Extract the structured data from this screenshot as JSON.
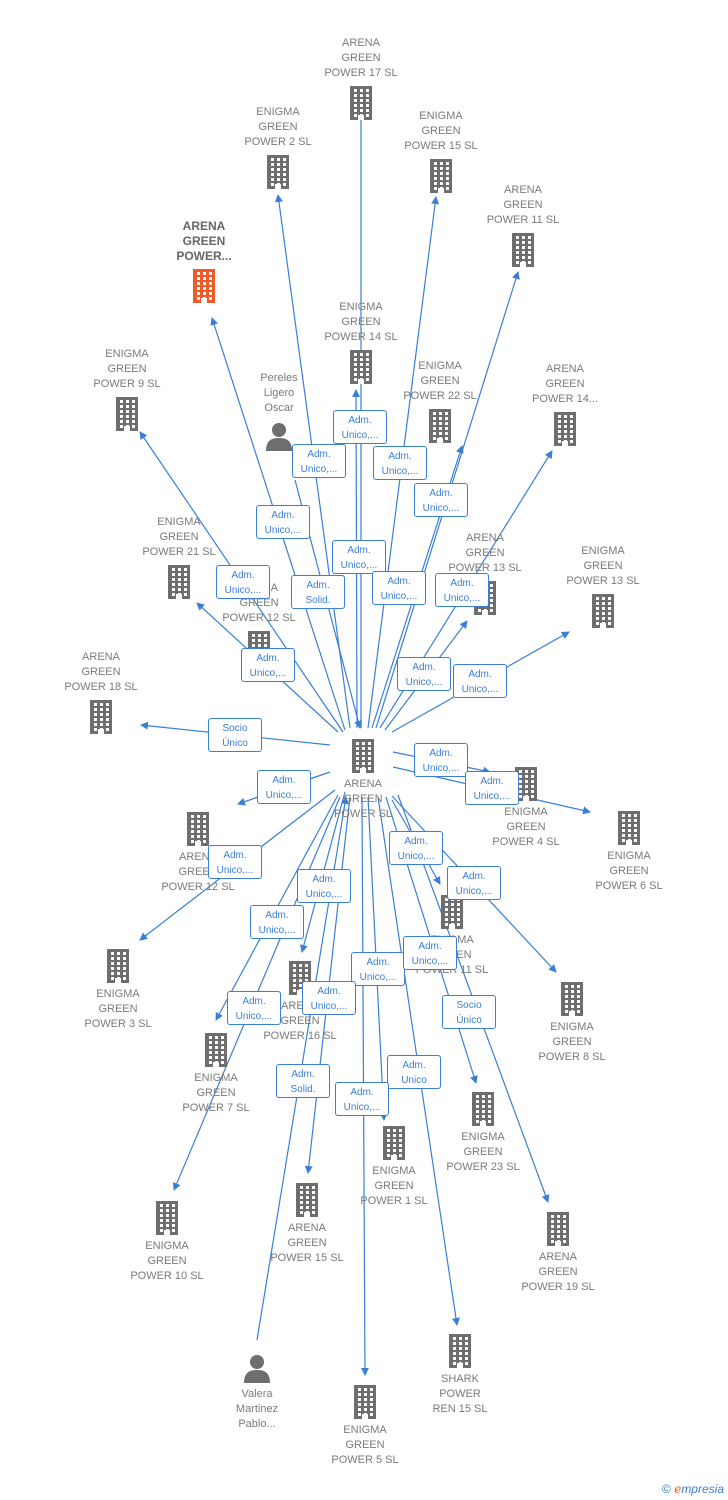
{
  "colors": {
    "edge": "#3a7fd6",
    "company": "#6e6e6e",
    "focus_company": "#f05a28",
    "person": "#6e6e6e"
  },
  "nodes": [
    {
      "id": "center",
      "type": "company",
      "label": "ARENA\nGREEN\nPOWER  SL",
      "lpos": "below"
    },
    {
      "id": "focus",
      "type": "company",
      "label": "ARENA\nGREEN\nPOWER...",
      "lpos": "above",
      "focus": true
    },
    {
      "id": "ag17",
      "type": "company",
      "label": "ARENA\nGREEN\nPOWER 17  SL",
      "lpos": "above"
    },
    {
      "id": "eg2",
      "type": "company",
      "label": "ENIGMA\nGREEN\nPOWER 2  SL",
      "lpos": "above"
    },
    {
      "id": "eg15",
      "type": "company",
      "label": "ENIGMA\nGREEN\nPOWER 15  SL",
      "lpos": "above"
    },
    {
      "id": "ag11",
      "type": "company",
      "label": "ARENA\nGREEN\nPOWER 11  SL",
      "lpos": "above"
    },
    {
      "id": "eg14",
      "type": "company",
      "label": "ENIGMA\nGREEN\nPOWER 14  SL",
      "lpos": "above"
    },
    {
      "id": "eg22",
      "type": "company",
      "label": "ENIGMA\nGREEN\nPOWER 22  SL",
      "lpos": "above"
    },
    {
      "id": "ag14",
      "type": "company",
      "label": "ARENA\nGREEN\nPOWER 14...",
      "lpos": "above"
    },
    {
      "id": "eg9",
      "type": "company",
      "label": "ENIGMA\nGREEN\nPOWER 9  SL",
      "lpos": "above"
    },
    {
      "id": "pereles",
      "type": "person",
      "label": "Pereles\nLigero\nOscar",
      "lpos": "above"
    },
    {
      "id": "eg21",
      "type": "company",
      "label": "ENIGMA\nGREEN\nPOWER 21  SL",
      "lpos": "above"
    },
    {
      "id": "ag13",
      "type": "company",
      "label": "ARENA\nGREEN\nPOWER 13  SL",
      "lpos": "above"
    },
    {
      "id": "eg13",
      "type": "company",
      "label": "ENIGMA\nGREEN\nPOWER 13  SL",
      "lpos": "above"
    },
    {
      "id": "ag12a",
      "type": "company",
      "label": "ARENA\nGREEN\nPOWER 12  SL",
      "lpos": "above"
    },
    {
      "id": "ag18",
      "type": "company",
      "label": "ARENA\nGREEN\nPOWER 18  SL",
      "lpos": "above"
    },
    {
      "id": "eg4",
      "type": "company",
      "label": "ENIGMA\nGREEN\nPOWER 4  SL",
      "lpos": "below"
    },
    {
      "id": "eg6",
      "type": "company",
      "label": "ENIGMA\nGREEN\nPOWER 6  SL",
      "lpos": "below"
    },
    {
      "id": "ag12b",
      "type": "company",
      "label": "ARENA\nGREEN\nPOWER 12  SL",
      "lpos": "below"
    },
    {
      "id": "eg11",
      "type": "company",
      "label": "ENIGMA\nGREEN\nPOWER 11  SL",
      "lpos": "below"
    },
    {
      "id": "eg3",
      "type": "company",
      "label": "ENIGMA\nGREEN\nPOWER 3  SL",
      "lpos": "below"
    },
    {
      "id": "ag16",
      "type": "company",
      "label": "ARENA\nGREEN\nPOWER 16  SL",
      "lpos": "below"
    },
    {
      "id": "eg8",
      "type": "company",
      "label": "ENIGMA\nGREEN\nPOWER 8  SL",
      "lpos": "below"
    },
    {
      "id": "eg7",
      "type": "company",
      "label": "ENIGMA\nGREEN\nPOWER 7  SL",
      "lpos": "below"
    },
    {
      "id": "eg23",
      "type": "company",
      "label": "ENIGMA\nGREEN\nPOWER 23  SL",
      "lpos": "below"
    },
    {
      "id": "eg1",
      "type": "company",
      "label": "ENIGMA\nGREEN\nPOWER 1  SL",
      "lpos": "below"
    },
    {
      "id": "eg10",
      "type": "company",
      "label": "ENIGMA\nGREEN\nPOWER 10  SL",
      "lpos": "below"
    },
    {
      "id": "ag15",
      "type": "company",
      "label": "ARENA\nGREEN\nPOWER 15  SL",
      "lpos": "below"
    },
    {
      "id": "ag19",
      "type": "company",
      "label": "ARENA\nGREEN\nPOWER 19  SL",
      "lpos": "below"
    },
    {
      "id": "valera",
      "type": "person",
      "label": "Valera\nMartinez\nPablo...",
      "lpos": "below"
    },
    {
      "id": "shark",
      "type": "company",
      "label": "SHARK\nPOWER\nREN 15  SL",
      "lpos": "below"
    },
    {
      "id": "eg5",
      "type": "company",
      "label": "ENIGMA\nGREEN\nPOWER 5  SL",
      "lpos": "below"
    }
  ],
  "edges": [
    {
      "from": "center",
      "to": "ag17",
      "label": "Adm.\nUnico,..."
    },
    {
      "from": "center",
      "to": "eg2",
      "label": "Adm.\nUnico,..."
    },
    {
      "from": "center",
      "to": "eg15",
      "label": "Adm.\nUnico,..."
    },
    {
      "from": "center",
      "to": "ag11",
      "label": "Adm.\nUnico,..."
    },
    {
      "from": "center",
      "to": "eg14",
      "label": "Adm.\nUnico,..."
    },
    {
      "from": "center",
      "to": "eg22",
      "label": "Adm.\nUnico,..."
    },
    {
      "from": "center",
      "to": "ag14",
      "label": "Adm.\nUnico,..."
    },
    {
      "from": "center",
      "to": "focus",
      "label": "Adm.\nUnico,..."
    },
    {
      "from": "center",
      "to": "eg9",
      "label": "Adm.\nUnico,..."
    },
    {
      "from": "pereles",
      "to": "center",
      "label": "Adm.\nSolid."
    },
    {
      "from": "center",
      "to": "eg21",
      "label": "Adm.\nUnico,..."
    },
    {
      "from": "center",
      "to": "ag13",
      "label": "Adm.\nUnico,..."
    },
    {
      "from": "center",
      "to": "eg13",
      "label": "Adm.\nUnico,..."
    },
    {
      "from": "center",
      "to": "ag18",
      "label": "Socio\nÚnico"
    },
    {
      "from": "center",
      "to": "eg4",
      "label": "Adm.\nUnico,..."
    },
    {
      "from": "center",
      "to": "eg6",
      "label": "Adm.\nUnico,..."
    },
    {
      "from": "center",
      "to": "ag12b",
      "label": "Adm.\nUnico,..."
    },
    {
      "from": "center",
      "to": "eg11",
      "label": "Adm.\nUnico,..."
    },
    {
      "from": "center",
      "to": "eg3",
      "label": "Adm.\nUnico,..."
    },
    {
      "from": "center",
      "to": "ag16",
      "label": "Adm.\nUnico,..."
    },
    {
      "from": "center",
      "to": "eg8",
      "label": "Adm.\nUnico,..."
    },
    {
      "from": "center",
      "to": "eg7",
      "label": "Adm.\nUnico,..."
    },
    {
      "from": "center",
      "to": "eg23",
      "label": "Socio\nÚnico"
    },
    {
      "from": "center",
      "to": "eg1",
      "label": "Adm.\nUnico,..."
    },
    {
      "from": "center",
      "to": "eg10",
      "label": "Adm.\nUnico,..."
    },
    {
      "from": "center",
      "to": "ag15",
      "label": "Adm.\nUnico,..."
    },
    {
      "from": "center",
      "to": "ag19",
      "label": "Adm.\nUnico,..."
    },
    {
      "from": "valera",
      "to": "center",
      "label": "Adm.\nSolid."
    },
    {
      "from": "center",
      "to": "shark",
      "label": "Adm.\nUnico"
    },
    {
      "from": "center",
      "to": "eg5",
      "label": "Adm.\nUnico,..."
    }
  ],
  "brand": {
    "copyright": "©",
    "name_first": "e",
    "name_rest": "mpresia"
  }
}
